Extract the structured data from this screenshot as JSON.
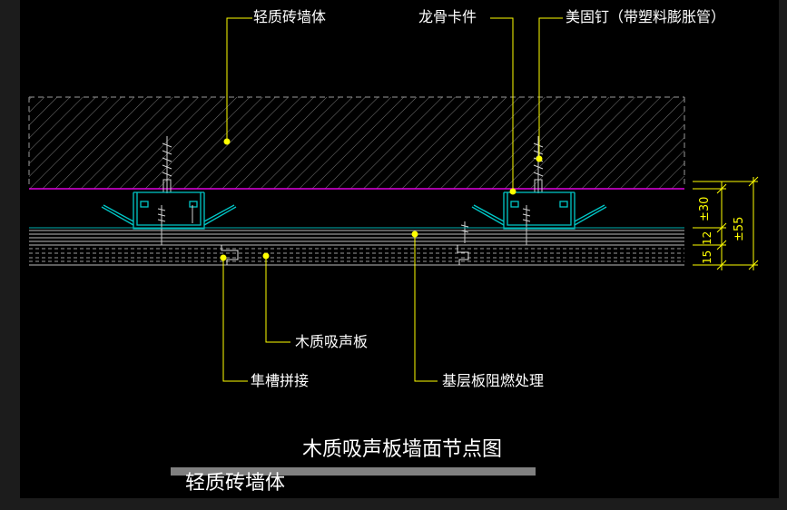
{
  "drawing": {
    "background": "#000000",
    "annotations": {
      "wall": "轻质砖墙体",
      "keel_clip": "龙骨卡件",
      "anchor": "美固钉（带塑料膨胀管）",
      "wood_panel": "木质吸声板",
      "tongue_groove": "隼槽拼接",
      "base_board": "基层板阻燃处理"
    },
    "dimensions": {
      "d30": "±30",
      "d12": "12",
      "d15": "15",
      "d55": "±55"
    },
    "title": "木质吸声板墙面节点图",
    "subtitle": "轻质砖墙体"
  },
  "colors": {
    "label": "#ffffff",
    "leader": "#ffff00",
    "title": "#ffffff",
    "hatch": "#8a8a8a",
    "wall_line": "#ff00ff",
    "keel": "#00c8c8",
    "board": "#c8c8c8",
    "dim": "#ffff00",
    "title_bar": "#808080"
  }
}
